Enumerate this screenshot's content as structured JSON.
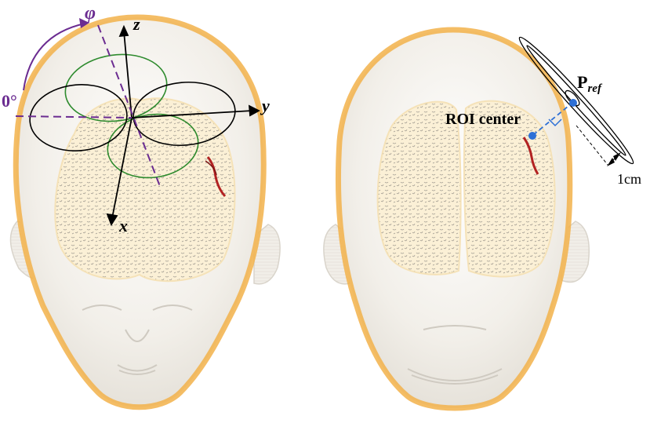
{
  "left_panel": {
    "axes": {
      "z_label": "z",
      "y_label": "y",
      "x_label": "x"
    },
    "angle": {
      "phi_label": "φ",
      "zero_label": "0°"
    }
  },
  "right_panel": {
    "roi_label": "ROI center",
    "pref_main": "P",
    "pref_sub": "ref",
    "distance_label": "1cm"
  },
  "colors": {
    "head_outline": "#f2b24a",
    "head_fill": "#f7f3ec",
    "brain_fill": "#fbf0d6",
    "brain_texture": "#9f9a90",
    "purple": "#6b2c91",
    "green_circle": "#2e8b2e",
    "black": "#000000",
    "blue_dot": "#2c6fd6",
    "vessel_red": "#b22222"
  }
}
